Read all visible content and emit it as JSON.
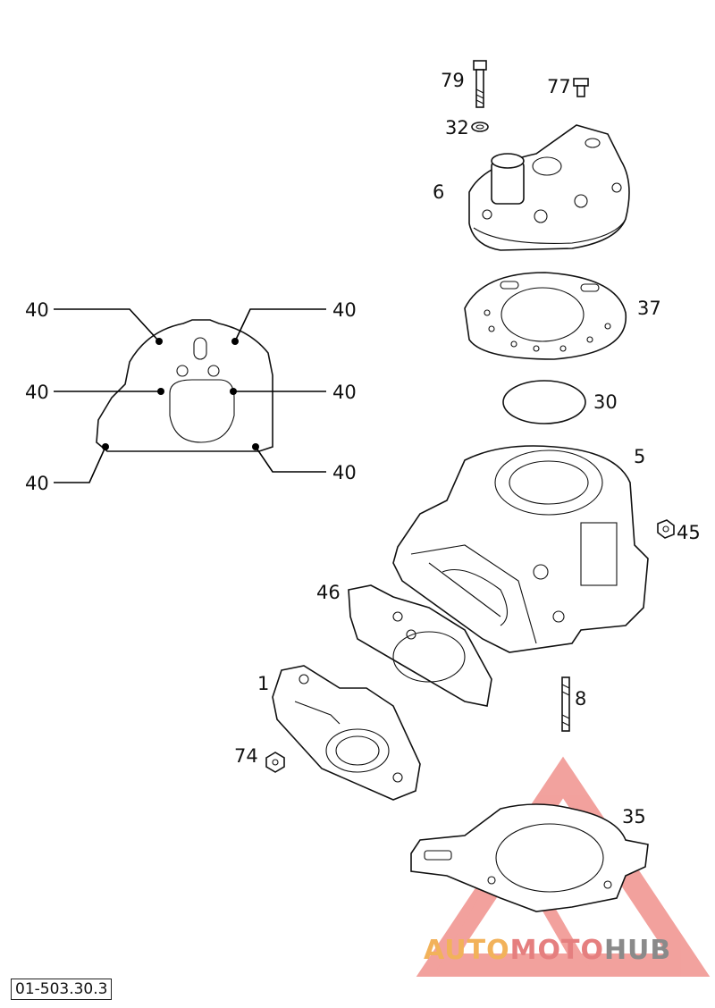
{
  "figure_code": "01-503.30.3",
  "watermark": {
    "part1": "AUTO",
    "part2": "MOTO",
    "part3": "HUB"
  },
  "callouts": {
    "c79": "79",
    "c77": "77",
    "c32": "32",
    "c6": "6",
    "c37": "37",
    "c30": "30",
    "c5": "5",
    "c45": "45",
    "c46": "46",
    "c1": "1",
    "c8": "8",
    "c74": "74",
    "c35": "35",
    "c40": "40"
  },
  "colors": {
    "watermark_red": "#e8554e",
    "line": "#111111"
  }
}
